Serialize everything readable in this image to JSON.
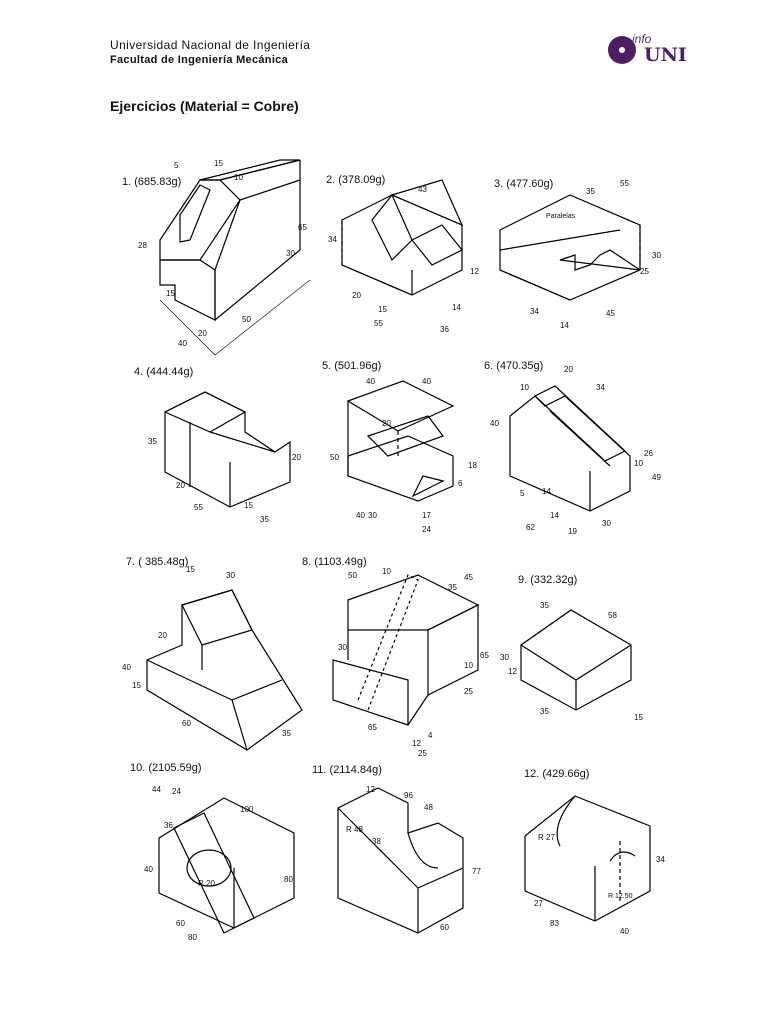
{
  "header": {
    "university": "Universidad  Nacional  de  Ingeniería",
    "faculty": "Facultad de Ingeniería Mecánica",
    "logo_info": "info",
    "logo_uni": "UNI"
  },
  "title": "Ejercicios (Material = Cobre)",
  "figures": [
    {
      "label": "1. (685.83g)",
      "dims": [
        "5",
        "15",
        "10",
        "28",
        "15",
        "65",
        "30",
        "20",
        "50",
        "40"
      ]
    },
    {
      "label": "2. (378.09g)",
      "dims": [
        "43",
        "34",
        "12",
        "20",
        "15",
        "55",
        "14",
        "36"
      ]
    },
    {
      "label": "3. (477.60g)",
      "dims": [
        "55",
        "35",
        "Paralelas",
        "30",
        "25",
        "34",
        "14",
        "45"
      ]
    },
    {
      "label": "4. (444.44g)",
      "dims": [
        "35",
        "20",
        "20",
        "15",
        "55",
        "35"
      ]
    },
    {
      "label": "5. (501.96g)",
      "dims": [
        "40",
        "40",
        "20",
        "50",
        "18",
        "6",
        "40",
        "30",
        "17",
        "24"
      ]
    },
    {
      "label": "6. (470.35g)",
      "dims": [
        "20",
        "10",
        "34",
        "40",
        "10",
        "26",
        "49",
        "5",
        "14",
        "14",
        "19",
        "62",
        "30"
      ]
    },
    {
      "label": "7. ( 385.48g)",
      "dims": [
        "15",
        "30",
        "20",
        "40",
        "15",
        "60",
        "35"
      ]
    },
    {
      "label": "8. (1103.49g)",
      "dims": [
        "50",
        "10",
        "45",
        "35",
        "30",
        "65",
        "10",
        "25",
        "65",
        "12",
        "4",
        "25"
      ]
    },
    {
      "label": "9. (332.32g)",
      "dims": [
        "35",
        "58",
        "30",
        "12",
        "35",
        "15"
      ]
    },
    {
      "label": "10. (2105.59g)",
      "dims": [
        "44",
        "24",
        "100",
        "36",
        "40",
        "R 20",
        "80",
        "60",
        "80"
      ]
    },
    {
      "label": "11. (2114.84g)",
      "dims": [
        "12",
        "96",
        "48",
        "R 48",
        "38",
        "77",
        "60"
      ]
    },
    {
      "label": "12. (429.66g)",
      "dims": [
        "R 27",
        "34",
        "R 12.50",
        "27",
        "83",
        "40"
      ]
    }
  ]
}
